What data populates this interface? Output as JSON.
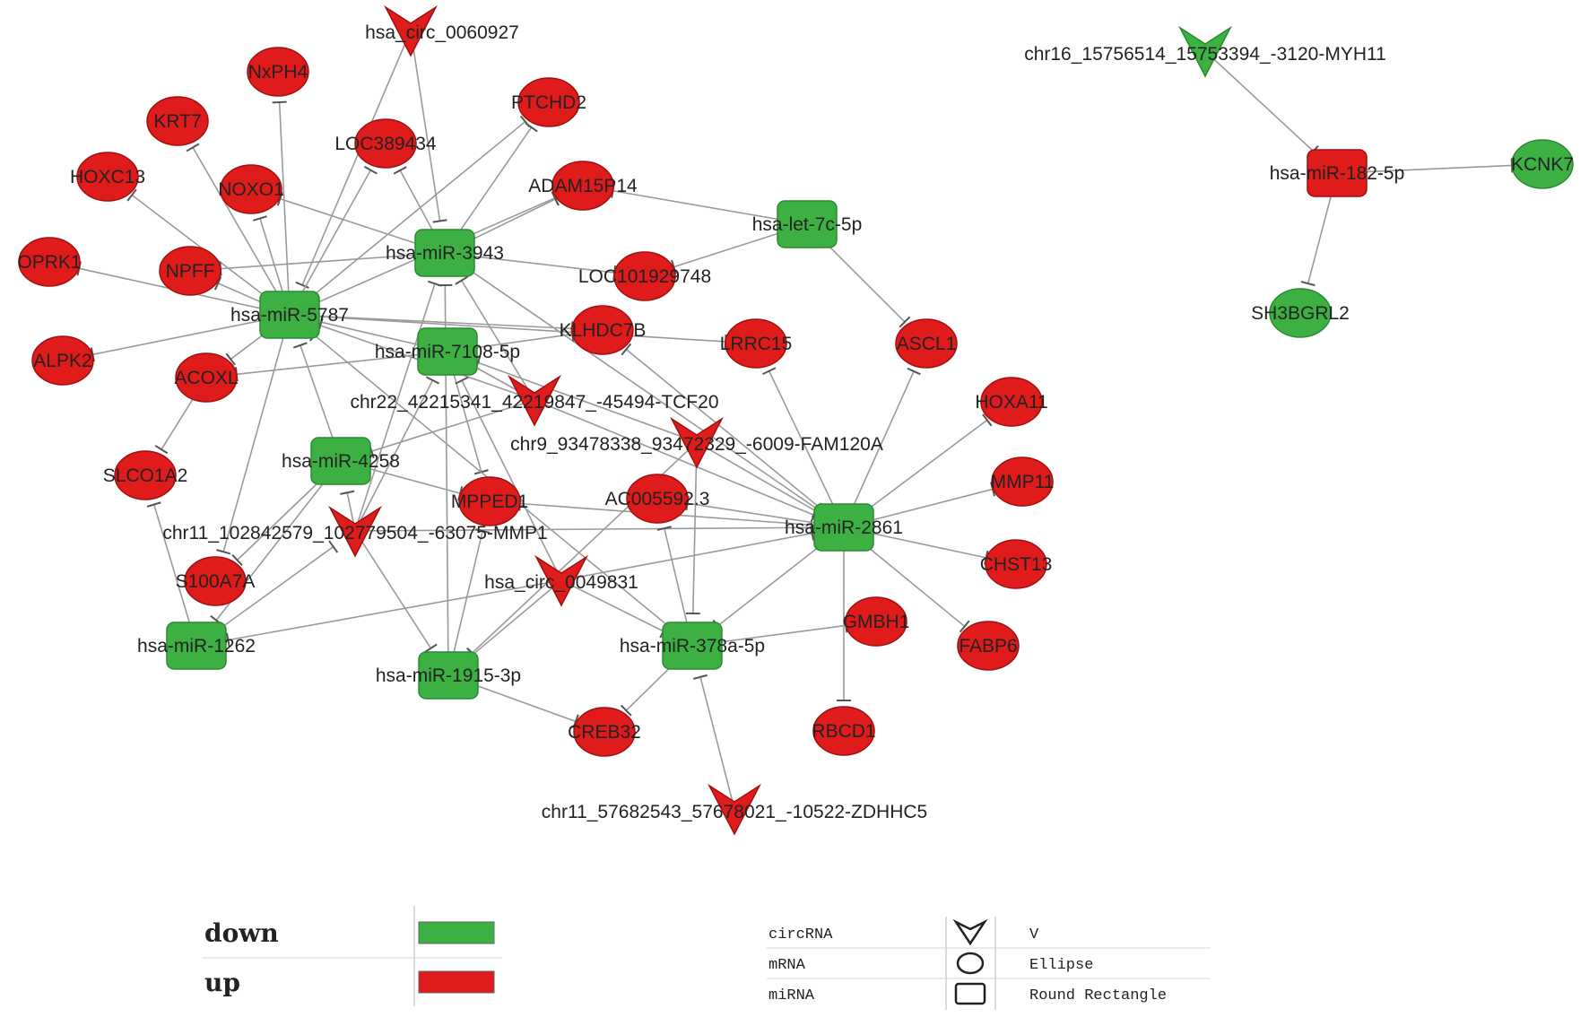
{
  "colors": {
    "down": "#3cb043",
    "up": "#e01b1b",
    "edge": "#9a9a9a",
    "stroke_down": "#2a8a30",
    "stroke_up": "#a01010"
  },
  "nodes": [
    {
      "id": "circ_060927",
      "label": "hsa_circ_0060927",
      "type": "circRNA",
      "reg": "up"
    },
    {
      "id": "NKPD4",
      "label": "NxPH4",
      "type": "mRNA",
      "reg": "up"
    },
    {
      "id": "KRT7",
      "label": "KRT7",
      "type": "mRNA",
      "reg": "up"
    },
    {
      "id": "PTCHD2",
      "label": "PTCHD2",
      "type": "mRNA",
      "reg": "up"
    },
    {
      "id": "LOC389434",
      "label": "LOC389434",
      "type": "mRNA",
      "reg": "up"
    },
    {
      "id": "HOXC13",
      "label": "HOXC13",
      "type": "mRNA",
      "reg": "up"
    },
    {
      "id": "NOX01",
      "label": "NOXO1",
      "type": "mRNA",
      "reg": "up"
    },
    {
      "id": "ADAM15P14",
      "label": "ADAM15P14",
      "type": "mRNA",
      "reg": "up"
    },
    {
      "id": "let7c",
      "label": "hsa-let-7c-5p",
      "type": "miRNA",
      "reg": "down"
    },
    {
      "id": "miR3943",
      "label": "hsa-miR-3943",
      "type": "miRNA",
      "reg": "down"
    },
    {
      "id": "OPRK1",
      "label": "OPRK1",
      "type": "mRNA",
      "reg": "up"
    },
    {
      "id": "NPFF",
      "label": "NPFF",
      "type": "mRNA",
      "reg": "up"
    },
    {
      "id": "LOC101929748",
      "label": "LOC101929748",
      "type": "mRNA",
      "reg": "up"
    },
    {
      "id": "miR5787",
      "label": "hsa-miR-5787",
      "type": "miRNA",
      "reg": "down"
    },
    {
      "id": "KLHDC7B",
      "label": "KLHDC7B",
      "type": "mRNA",
      "reg": "up"
    },
    {
      "id": "LRRC15",
      "label": "LRRC15",
      "type": "mRNA",
      "reg": "up"
    },
    {
      "id": "ASCL1",
      "label": "ASCL1",
      "type": "mRNA",
      "reg": "up"
    },
    {
      "id": "miR7108",
      "label": "hsa-miR-7108-5p",
      "type": "miRNA",
      "reg": "down"
    },
    {
      "id": "ALPK2",
      "label": "ALPK2",
      "type": "mRNA",
      "reg": "up"
    },
    {
      "id": "ACOXL",
      "label": "ACOXL",
      "type": "mRNA",
      "reg": "up"
    },
    {
      "id": "circ_TCF20",
      "label": "chr22_42215341_42219847_-45494-TCF20",
      "type": "circRNA",
      "reg": "up"
    },
    {
      "id": "HOXA11",
      "label": "HOXA11",
      "type": "mRNA",
      "reg": "up"
    },
    {
      "id": "circ_FAM120A",
      "label": "chr9_93478338_93472329_-6009-FAM120A",
      "type": "circRNA",
      "reg": "up"
    },
    {
      "id": "miR4258",
      "label": "hsa-miR-4258",
      "type": "miRNA",
      "reg": "down"
    },
    {
      "id": "SLC6A2",
      "label": "SLCO1A2",
      "type": "mRNA",
      "reg": "up"
    },
    {
      "id": "MMP11",
      "label": "MMP11",
      "type": "mRNA",
      "reg": "up"
    },
    {
      "id": "MPPED1",
      "label": "MPPED1",
      "type": "mRNA",
      "reg": "up"
    },
    {
      "id": "AC005",
      "label": "AC005592.3",
      "type": "mRNA",
      "reg": "up"
    },
    {
      "id": "miR2861",
      "label": "hsa-miR-2861",
      "type": "miRNA",
      "reg": "down"
    },
    {
      "id": "circ_MMP1",
      "label": "chr11_102842579_102779504_-63075-MMP1",
      "type": "circRNA",
      "reg": "up"
    },
    {
      "id": "CHST13",
      "label": "CHST13",
      "type": "mRNA",
      "reg": "up"
    },
    {
      "id": "S100A7A",
      "label": "S100A7A",
      "type": "mRNA",
      "reg": "up"
    },
    {
      "id": "circ_049831",
      "label": "hsa_circ_0049831",
      "type": "circRNA",
      "reg": "up"
    },
    {
      "id": "GMBH1",
      "label": "GMBH1",
      "type": "mRNA",
      "reg": "up"
    },
    {
      "id": "FABP6",
      "label": "FABP6",
      "type": "mRNA",
      "reg": "up"
    },
    {
      "id": "miR1262",
      "label": "hsa-miR-1262",
      "type": "miRNA",
      "reg": "down"
    },
    {
      "id": "miR378a",
      "label": "hsa-miR-378a-5p",
      "type": "miRNA",
      "reg": "down"
    },
    {
      "id": "miR1915",
      "label": "hsa-miR-1915-3p",
      "type": "miRNA",
      "reg": "down"
    },
    {
      "id": "CREB3",
      "label": "CREB32",
      "type": "mRNA",
      "reg": "up"
    },
    {
      "id": "RBCD1",
      "label": "RBCD1",
      "type": "mRNA",
      "reg": "up"
    },
    {
      "id": "circ_ZDHHC5",
      "label": "chr11_57682543_57678021_-10522-ZDHHC5",
      "type": "circRNA",
      "reg": "up"
    },
    {
      "id": "circ_MYH11",
      "label": "chr16_15756514_15753394_-3120-MYH11",
      "type": "circRNA",
      "reg": "down"
    },
    {
      "id": "miR182",
      "label": "hsa-miR-182-5p",
      "type": "miRNA",
      "reg": "up"
    },
    {
      "id": "KCNK7",
      "label": "KCNK7",
      "type": "mRNA",
      "reg": "down"
    },
    {
      "id": "SH3BGRL2",
      "label": "SH3BGRL2",
      "type": "mRNA",
      "reg": "down"
    }
  ],
  "edges": [
    [
      "circ_060927",
      "miR5787"
    ],
    [
      "circ_060927",
      "miR3943"
    ],
    [
      "miR5787",
      "NKPD4"
    ],
    [
      "miR5787",
      "KRT7"
    ],
    [
      "miR5787",
      "HOXC13"
    ],
    [
      "miR5787",
      "NOX01"
    ],
    [
      "miR5787",
      "OPRK1"
    ],
    [
      "miR5787",
      "NPFF"
    ],
    [
      "miR5787",
      "ALPK2"
    ],
    [
      "miR5787",
      "ACOXL"
    ],
    [
      "miR5787",
      "LOC389434"
    ],
    [
      "miR5787",
      "PTCHD2"
    ],
    [
      "miR5787",
      "ADAM15P14"
    ],
    [
      "miR5787",
      "LRRC15"
    ],
    [
      "miR5787",
      "S100A7A"
    ],
    [
      "miR5787",
      "KLHDC7B"
    ],
    [
      "miR3943",
      "LOC389434"
    ],
    [
      "miR3943",
      "ADAM15P14"
    ],
    [
      "miR3943",
      "PTCHD2"
    ],
    [
      "miR3943",
      "NOX01"
    ],
    [
      "miR3943",
      "NPFF"
    ],
    [
      "miR3943",
      "LOC101929748"
    ],
    [
      "miR3943",
      "miR2861"
    ],
    [
      "let7c",
      "ADAM15P14"
    ],
    [
      "let7c",
      "ASCL1"
    ],
    [
      "let7c",
      "LOC101929748"
    ],
    [
      "miR7108",
      "KLHDC7B"
    ],
    [
      "miR7108",
      "MPPED1"
    ],
    [
      "miR7108",
      "miR5787"
    ],
    [
      "miR7108",
      "ACOXL"
    ],
    [
      "circ_TCF20",
      "miR5787"
    ],
    [
      "circ_TCF20",
      "miR7108"
    ],
    [
      "circ_TCF20",
      "miR3943"
    ],
    [
      "circ_TCF20",
      "miR2861"
    ],
    [
      "circ_TCF20",
      "miR4258"
    ],
    [
      "circ_FAM120A",
      "miR2861"
    ],
    [
      "circ_FAM120A",
      "miR378a"
    ],
    [
      "circ_FAM120A",
      "miR1915"
    ],
    [
      "circ_FAM120A",
      "miR7108"
    ],
    [
      "miR4258",
      "miR5787"
    ],
    [
      "miR4258",
      "MPPED1"
    ],
    [
      "miR4258",
      "miR1262"
    ],
    [
      "miR4258",
      "S100A7A"
    ],
    [
      "ACOXL",
      "SLC6A2"
    ],
    [
      "miR1262",
      "SLC6A2"
    ],
    [
      "miR1262",
      "circ_MMP1"
    ],
    [
      "circ_MMP1",
      "miR3943"
    ],
    [
      "circ_MMP1",
      "miR7108"
    ],
    [
      "circ_MMP1",
      "miR1915"
    ],
    [
      "circ_MMP1",
      "miR2861"
    ],
    [
      "circ_MMP1",
      "miR4258"
    ],
    [
      "circ_049831",
      "miR1915"
    ],
    [
      "circ_049831",
      "miR2861"
    ],
    [
      "circ_049831",
      "miR1262"
    ],
    [
      "circ_049831",
      "miR378a"
    ],
    [
      "circ_049831",
      "miR7108"
    ],
    [
      "miR2861",
      "KLHDC7B"
    ],
    [
      "miR2861",
      "LRRC15"
    ],
    [
      "miR2861",
      "ASCL1"
    ],
    [
      "miR2861",
      "HOXA11"
    ],
    [
      "miR2861",
      "MMP11"
    ],
    [
      "miR2861",
      "CHST13"
    ],
    [
      "miR2861",
      "FABP6"
    ],
    [
      "miR2861",
      "RBCD1"
    ],
    [
      "miR2861",
      "AC005"
    ],
    [
      "miR2861",
      "MPPED1"
    ],
    [
      "miR2861",
      "miR378a"
    ],
    [
      "miR378a",
      "AC005"
    ],
    [
      "miR378a",
      "GMBH1"
    ],
    [
      "miR378a",
      "CREB3"
    ],
    [
      "miR378a",
      "miR5787"
    ],
    [
      "miR1915",
      "CREB3"
    ],
    [
      "miR1915",
      "MPPED1"
    ],
    [
      "miR1915",
      "miR3943"
    ],
    [
      "circ_ZDHHC5",
      "miR378a"
    ],
    [
      "circ_MYH11",
      "miR182"
    ],
    [
      "miR182",
      "KCNK7"
    ],
    [
      "miR182",
      "SH3BGRL2"
    ]
  ],
  "legend": {
    "regulation": [
      {
        "label": "down",
        "reg": "down"
      },
      {
        "label": "up",
        "reg": "up"
      }
    ],
    "shapes": [
      {
        "type": "circRNA",
        "shape_name": "V",
        "icon": "v-icon"
      },
      {
        "type": "mRNA",
        "shape_name": "Ellipse",
        "icon": "ellipse-icon"
      },
      {
        "type": "miRNA",
        "shape_name": "Round Rectangle",
        "icon": "round-rectangle-icon"
      }
    ]
  }
}
